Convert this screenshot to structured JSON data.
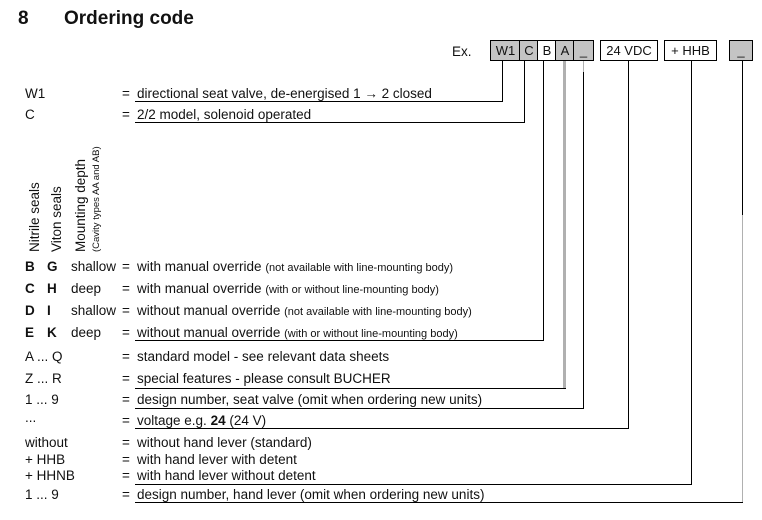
{
  "title": {
    "number": "8",
    "text": "Ordering code"
  },
  "equals_sign": "=",
  "colors": {
    "box_gray": "#c4c4c4",
    "line_black": "#000000",
    "line_gray": "#b0b0b0",
    "text": "#111111"
  },
  "example": {
    "label": "Ex.",
    "boxes": [
      {
        "text": "W1",
        "gray": true
      },
      {
        "text": "C",
        "gray": true
      },
      {
        "text": "B",
        "gray": false
      },
      {
        "text": "A",
        "gray": true
      },
      {
        "text": "_",
        "gray": true
      },
      {
        "text": "24 VDC",
        "gray": false
      },
      {
        "text": "+ HHB",
        "gray": false
      },
      {
        "text": "_",
        "gray": true
      }
    ]
  },
  "column_headers": {
    "nitrile": "Nitrile seals",
    "viton": "Viton seals",
    "mounting": "Mounting depth",
    "cavity_note": "(Cavity types AA and AB)"
  },
  "rows": [
    {
      "code": "W1",
      "desc": "directional seat valve, de-energised 1 → 2 closed"
    },
    {
      "code": "C",
      "desc": "2/2 model, solenoid operated"
    },
    {
      "nitrile": "B",
      "viton": "G",
      "depth": "shallow",
      "desc": "with manual override",
      "note": "(not available with line-mounting body)"
    },
    {
      "nitrile": "C",
      "viton": "H",
      "depth": "deep",
      "desc": "with manual override",
      "note": "(with or without line-mounting body)"
    },
    {
      "nitrile": "D",
      "viton": "I",
      "depth": "shallow",
      "desc": "without manual override",
      "note": "(not available with line-mounting body)"
    },
    {
      "nitrile": "E",
      "viton": "K",
      "depth": "deep",
      "desc": "without manual override",
      "note": "(with or without line-mounting body)"
    },
    {
      "code": "A ... Q",
      "desc": "standard model - see relevant data sheets"
    },
    {
      "code": "Z ... R",
      "desc": "special features - please consult BUCHER"
    },
    {
      "code": "1 ... 9",
      "desc": "design number, seat valve (omit when ordering new units)"
    },
    {
      "code": "...",
      "desc_pre": "voltage e.g. ",
      "desc_bold": "24",
      "desc_post": " (24 V)"
    },
    {
      "code": "without",
      "desc": "without hand lever (standard)"
    },
    {
      "code": "+ HHB",
      "desc": "with hand lever with detent"
    },
    {
      "code": "+ HHNB",
      "desc": "with hand lever without detent"
    },
    {
      "code": "1 ... 9",
      "desc": "design number, hand lever (omit when ordering new units)"
    }
  ]
}
